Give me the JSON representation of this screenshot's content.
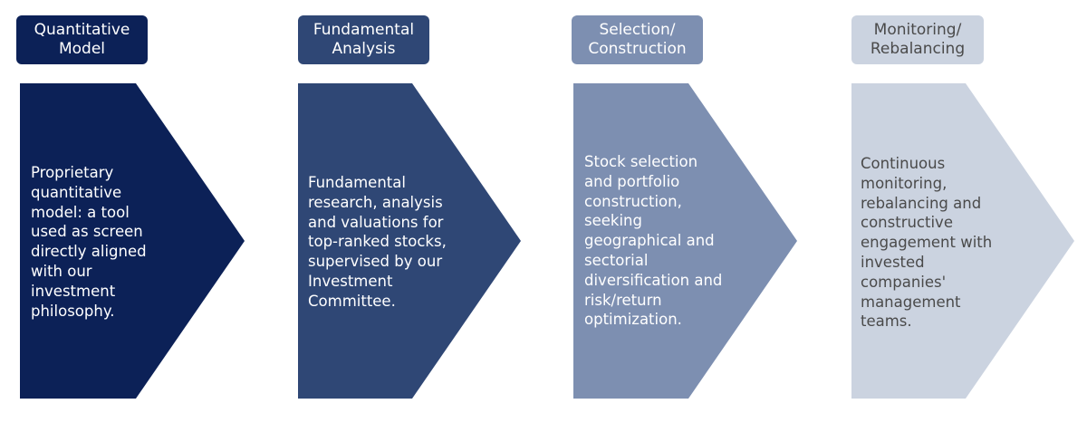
{
  "steps": [
    {
      "title": "Quantitative\nModel",
      "body": "Proprietary\nquantitative\nmodel: a tool\nused as screen\ndirectly aligned\nwith our\ninvestment\nphilosophy.",
      "color": "#0c2157"
    },
    {
      "title": "Fundamental\nAnalysis",
      "body": "Fundamental\nresearch, analysis\nand valuations for\ntop-ranked stocks,\nsupervised by our\nInvestment\nCommittee.",
      "color": "#2f4775"
    },
    {
      "title": "Selection/\nConstruction",
      "body": "Stock selection\nand portfolio\nconstruction,\nseeking\ngeographical and\nsectorial\ndiversification and\nrisk/return\noptimization.",
      "color": "#7d8fb1"
    },
    {
      "title": "Monitoring/\nRebalancing",
      "body": "Continuous\nmonitoring,\nrebalancing and\nconstructive\nengagement with\ninvested\ncompanies'\nmanagement\nteams.",
      "color": "#cbd3e0"
    }
  ]
}
